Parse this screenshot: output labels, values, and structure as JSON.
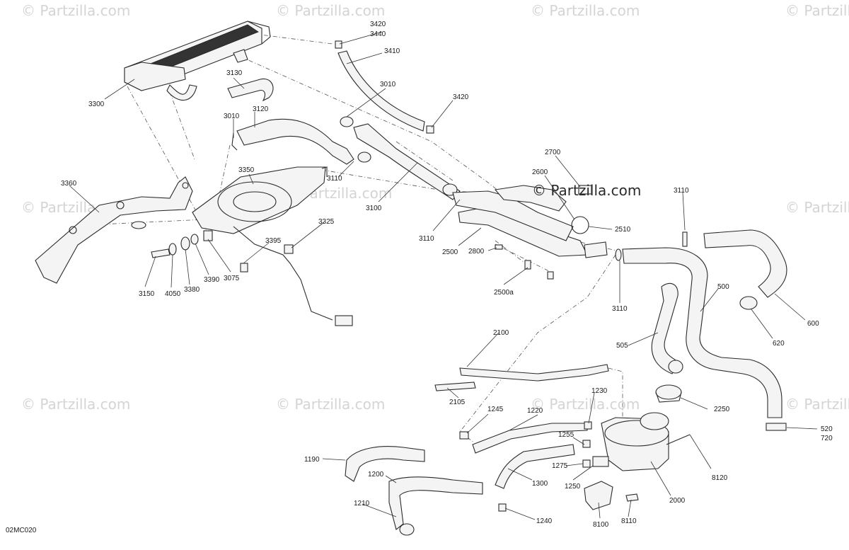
{
  "diagram": {
    "brand_text": "© Partzilla.com",
    "watermark_text": "© Partzilla.com",
    "diagram_code": "02MC020",
    "labels": [
      "3420",
      "3440",
      "3410",
      "3010",
      "3420",
      "3130",
      "3010",
      "3120",
      "3300",
      "3350",
      "3360",
      "3110",
      "3100",
      "2700",
      "2600",
      "3110",
      "2510",
      "3325",
      "3395",
      "3110",
      "2500",
      "2800",
      "2500a",
      "3150",
      "4050",
      "3380",
      "3390",
      "3075",
      "3110",
      "500",
      "505",
      "600",
      "620",
      "2100",
      "2105",
      "1230",
      "2250",
      "1245",
      "1220",
      "1255",
      "520",
      "720",
      "8120",
      "1190",
      "1200",
      "1275",
      "1300",
      "1250",
      "2000",
      "1210",
      "1240",
      "8100",
      "8110"
    ]
  }
}
